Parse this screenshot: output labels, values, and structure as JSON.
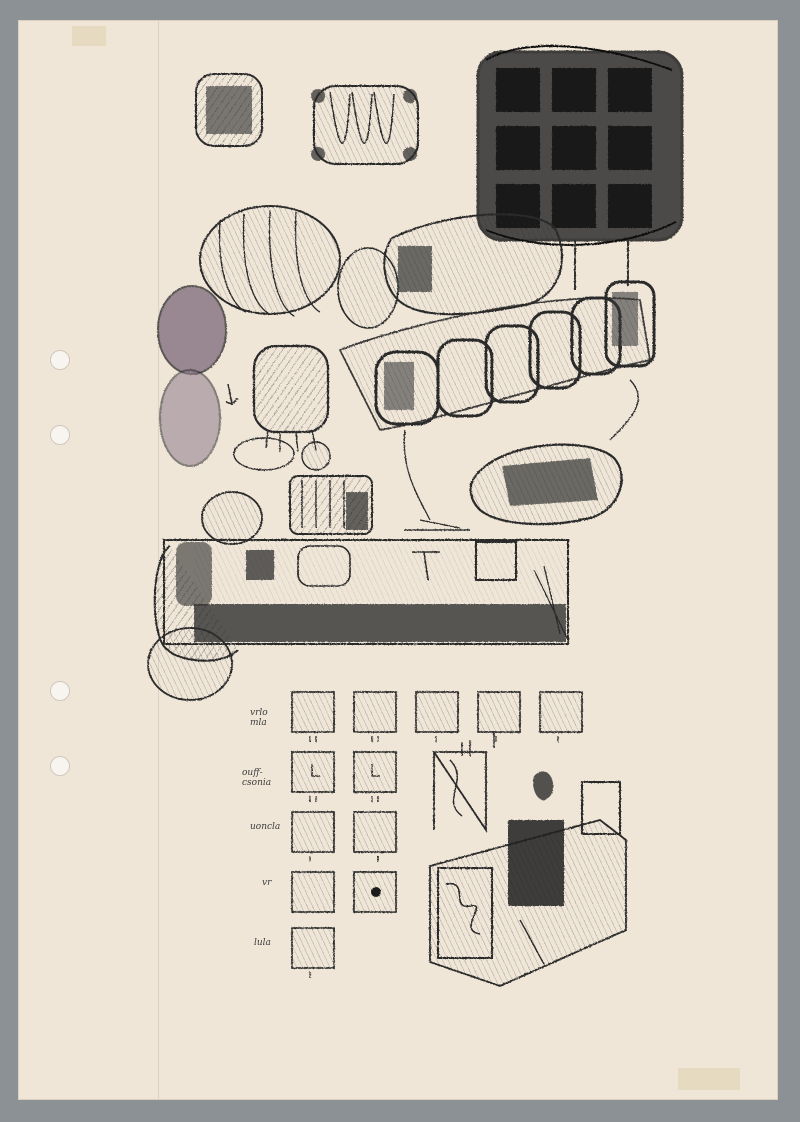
{
  "sheet": {
    "margin_notes": [
      "vrlo\nmla",
      "ouff-\ncsonia",
      "uoncla",
      "vr",
      "lula"
    ],
    "sections": [
      {
        "name": "top-sketches",
        "content": "object studies (scribbled cubes, barrels, rings)"
      },
      {
        "name": "middle-sketches",
        "content": "row of cabinets / long bench view"
      },
      {
        "name": "grid",
        "rows": 5
      },
      {
        "name": "bottom-right-sketch",
        "content": "perspective sketch"
      }
    ]
  },
  "colors": {
    "background": "#8c9196",
    "paper": "#efe6d8",
    "pencil": "#2a2a2a",
    "violet_shade": "#7c6a7a"
  }
}
